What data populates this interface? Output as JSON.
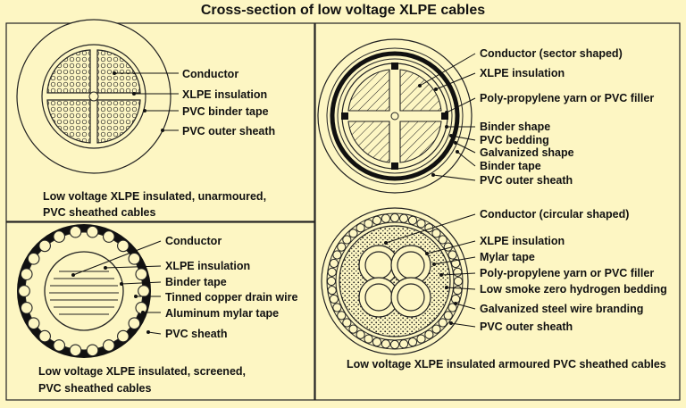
{
  "title": "Cross-section of low voltage XLPE cables",
  "panels": {
    "unarmoured": {
      "labels": [
        "Conductor",
        "XLPE insulation",
        "PVC binder tape",
        "PVC outer sheath"
      ],
      "caption": [
        "Low voltage XLPE insulated, unarmoured,",
        "PVC sheathed cables"
      ]
    },
    "screened": {
      "labels": [
        "Conductor",
        "XLPE insulation",
        "Binder tape",
        "Tinned copper drain wire",
        "Aluminum mylar tape",
        "PVC sheath"
      ],
      "caption": [
        "Low voltage XLPE insulated, screened,",
        "PVC sheathed cables"
      ]
    },
    "sector": {
      "labels": [
        "Conductor (sector shaped)",
        "XLPE insulation",
        "Poly-propylene yarn or PVC filler",
        "Binder shape",
        "PVC bedding",
        "Galvanized shape",
        "Binder tape",
        "PVC outer sheath"
      ]
    },
    "circular": {
      "labels": [
        "Conductor (circular shaped)",
        "XLPE insulation",
        "Mylar tape",
        "Poly-propylene yarn or PVC filler",
        "Low smoke zero hydrogen bedding",
        "Galvanized steel wire branding",
        "PVC outer sheath"
      ],
      "caption": "Low voltage XLPE insulated armoured PVC sheathed cables"
    }
  }
}
